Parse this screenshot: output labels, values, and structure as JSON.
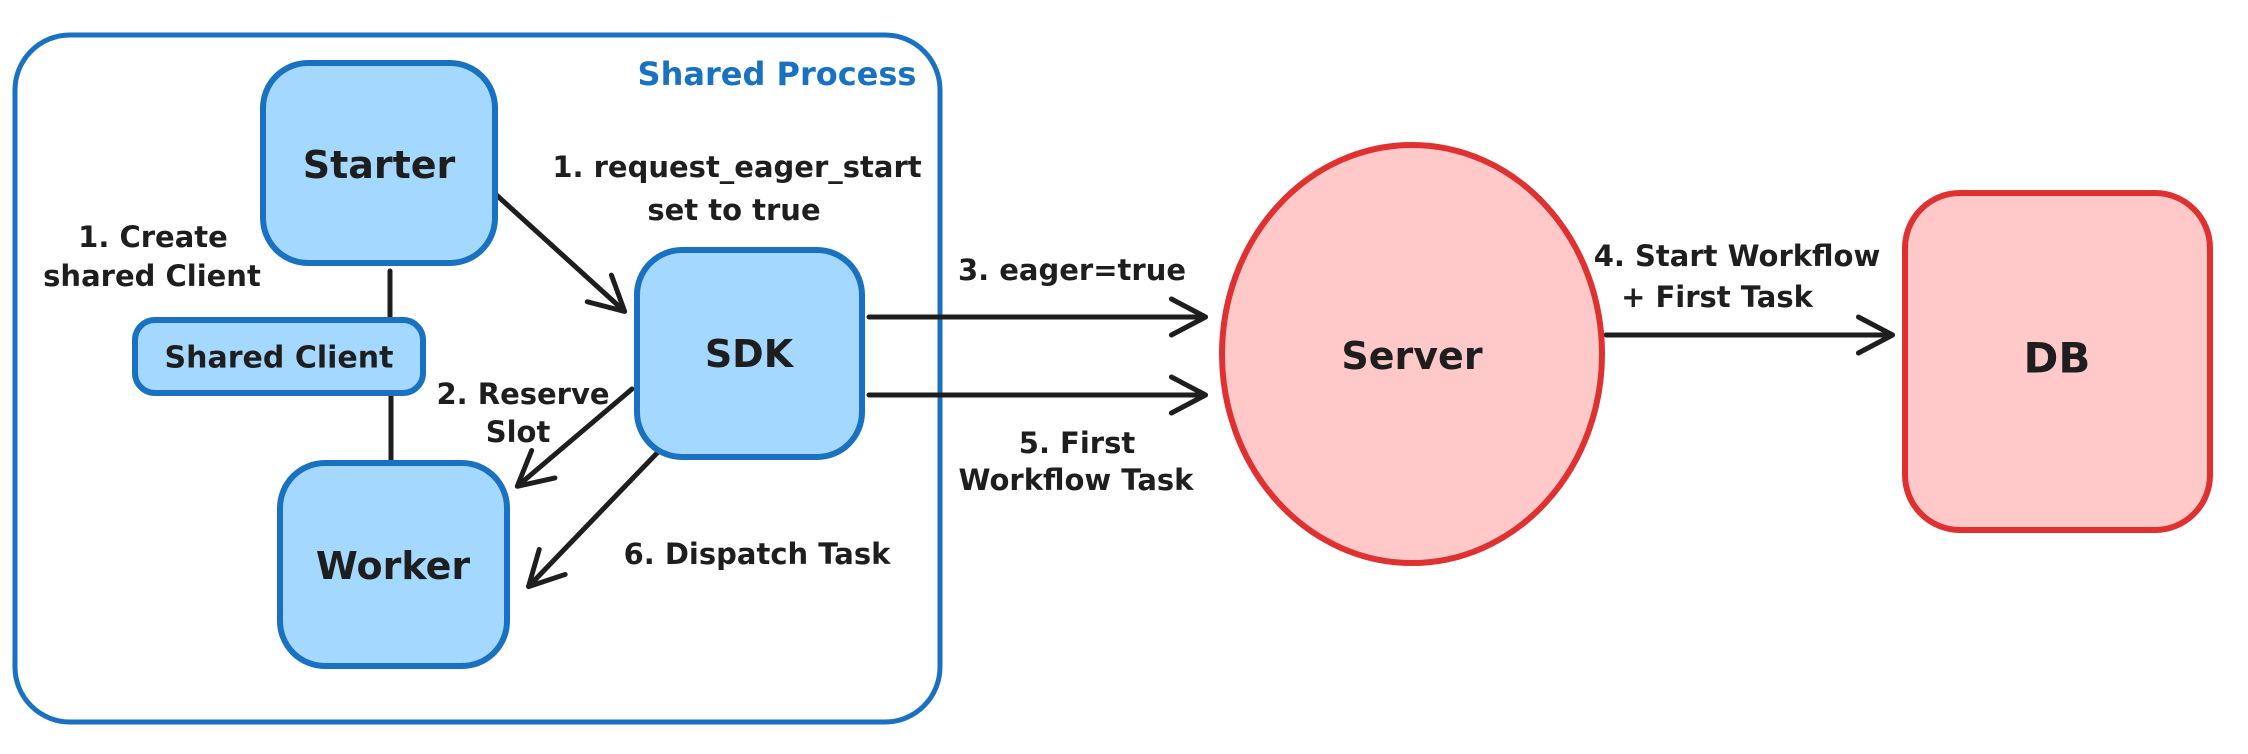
{
  "diagram": {
    "container": {
      "label": "Shared Process"
    },
    "colors": {
      "blue_stroke": "#1971c2",
      "blue_fill": "#a5d8ff",
      "red_stroke": "#e03131",
      "red_fill": "#ffc9c9",
      "ink": "#1e1e1e",
      "background": "#ffffff"
    },
    "nodes": {
      "starter": {
        "label": "Starter"
      },
      "shared_client": {
        "label": "Shared Client"
      },
      "worker": {
        "label": "Worker"
      },
      "sdk": {
        "label": "SDK"
      },
      "server": {
        "label": "Server"
      },
      "db": {
        "label": "DB"
      }
    },
    "annotations": {
      "create_client": {
        "line1": "1. Create",
        "line2": "shared Client"
      },
      "request_eager": {
        "line1": "1. request_eager_start",
        "line2": "set to true"
      },
      "reserve_slot": {
        "line1": "2. Reserve",
        "line2": "Slot"
      },
      "dispatch_task": {
        "label": "6. Dispatch Task"
      },
      "eager_true": {
        "label": "3. eager=true"
      },
      "first_workflow_task": {
        "line1": "5. First",
        "line2": "Workflow Task"
      },
      "start_workflow": {
        "line1": "4. Start Workflow",
        "line2": "+ First Task"
      }
    }
  }
}
